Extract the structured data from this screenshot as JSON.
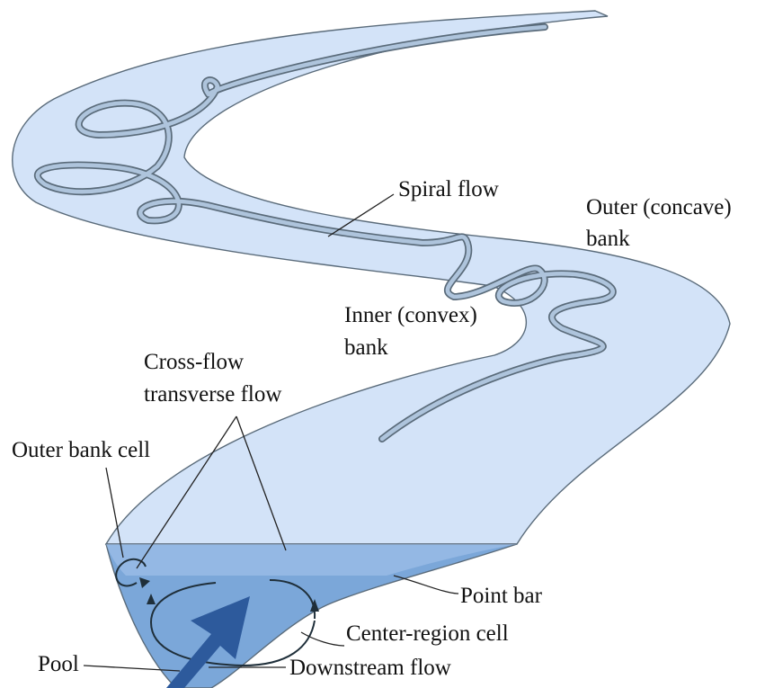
{
  "colors": {
    "channel_fill": "#d3e3f8",
    "cross_section_fill": "#7ba7d9",
    "cross_section_light": "#a9c6ec",
    "arrow_fill": "#2d5a9c",
    "spiral_tube": "#aec4dc",
    "outline": "#5a6b7a"
  },
  "labels": {
    "spiral_flow": "Spiral flow",
    "outer_bank_line1": "Outer  (concave)",
    "outer_bank_line2": "bank",
    "inner_bank_line1": "Inner (convex)",
    "inner_bank_line2": "bank",
    "cross_flow_line1": "Cross-flow",
    "cross_flow_line2": "transverse flow",
    "outer_bank_cell": "Outer bank cell",
    "point_bar": "Point bar",
    "center_region_cell": "Center-region cell",
    "pool": "Pool",
    "downstream_flow": "Downstream flow"
  },
  "icons": {
    "downstream_arrow": "arrow-up-right-icon",
    "cell_arrows": "arrowhead-icon"
  }
}
